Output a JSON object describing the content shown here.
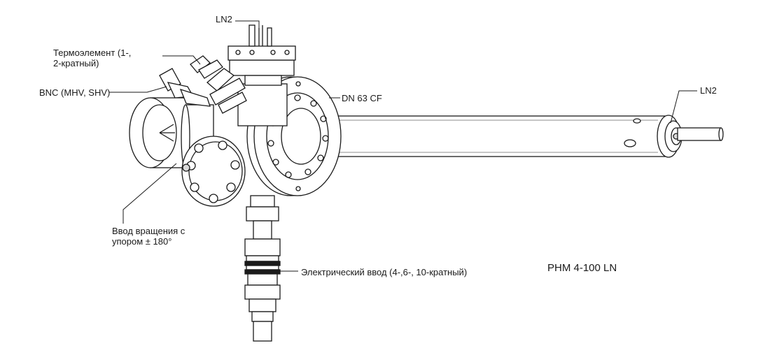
{
  "labels": {
    "ln2_top": "LN2",
    "thermocouple_line1": "Термоэлемент (1-,",
    "thermocouple_line2": "2-кратный)",
    "bnc": "BNC (MHV, SHV)",
    "flange": "DN 63 CF",
    "ln2_right": "LN2",
    "rotary_line1": "Ввод вращения с",
    "rotary_line2": "упором ± 180°",
    "electrical": "Электрический ввод (4-,6-, 10-кратный)",
    "model": "PHM 4-100 LN"
  },
  "colors": {
    "line": "#1a1a1a",
    "fill": "#ffffff",
    "shade": "#d9d9d9"
  }
}
